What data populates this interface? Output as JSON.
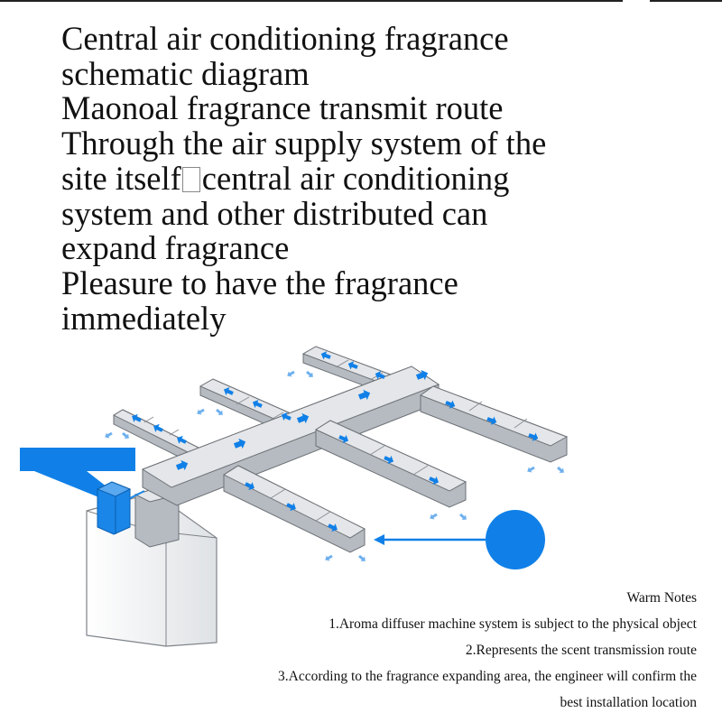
{
  "intro": {
    "line1": "Central air conditioning fragrance",
    "line2": "schematic diagram",
    "line3": "Maonoal fragrance transmit route",
    "line4": "Through the air supply system of the",
    "line5a": "site itself",
    "line5b": "central air conditioning",
    "line6": "system and other distributed can",
    "line7": "expand fragrance",
    "line8": "Pleasure to have the fragrance",
    "line9": "immediately"
  },
  "notes": {
    "title": "Warm Notes",
    "item1": "1.Aroma diffuser machine system is subject to the physical object",
    "item2": "2.Represents the scent transmission route",
    "item3a": "3.According to the fragrance expanding area, the engineer will confirm the",
    "item3b": "best installation location"
  },
  "colors": {
    "accent_blue": "#1080e8",
    "duct_top": "#e4e6e9",
    "duct_side": "#b6bbc1",
    "text": "#111111"
  }
}
